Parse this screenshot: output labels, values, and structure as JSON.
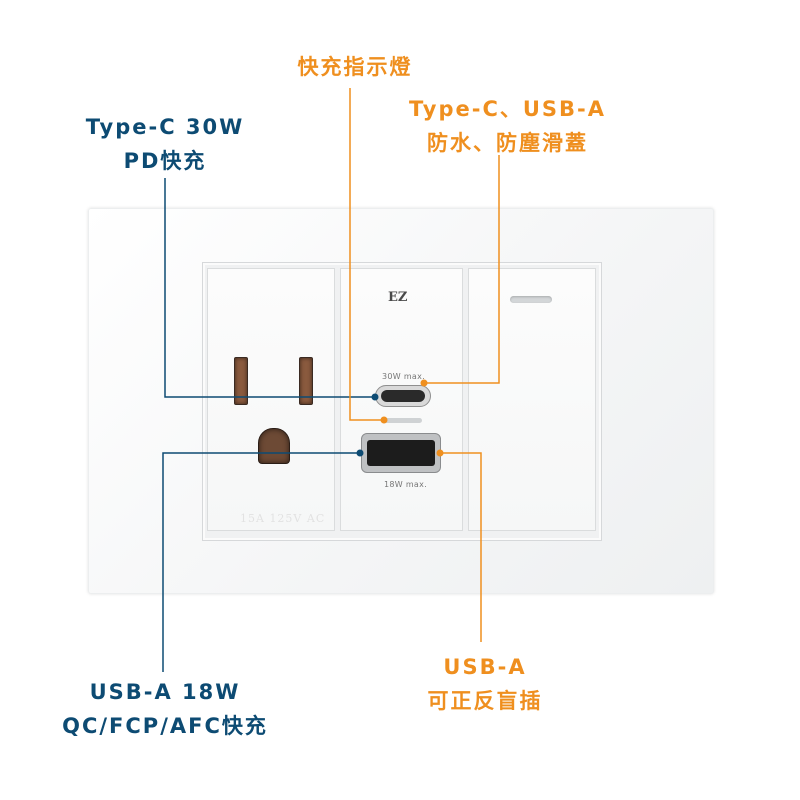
{
  "callouts": {
    "indicator": {
      "line1": "快充指示燈"
    },
    "cover": {
      "line1": "Type-C、USB-A",
      "line2": "防水、防塵滑蓋"
    },
    "typec": {
      "line1": "Type-C 30W",
      "line2": "PD快充"
    },
    "usba18": {
      "line1": "USB-A 18W",
      "line2": "QC/FCP/AFC快充"
    },
    "usbarev": {
      "line1": "USB-A",
      "line2": "可正反盲插"
    }
  },
  "device": {
    "brand_logo": "EZ",
    "typec_rating": "30W max.",
    "usba_rating": "18W max.",
    "outlet_rating": "15A 125V AC"
  },
  "colors": {
    "blue": "#0d4b73",
    "orange": "#ef8f1f"
  }
}
